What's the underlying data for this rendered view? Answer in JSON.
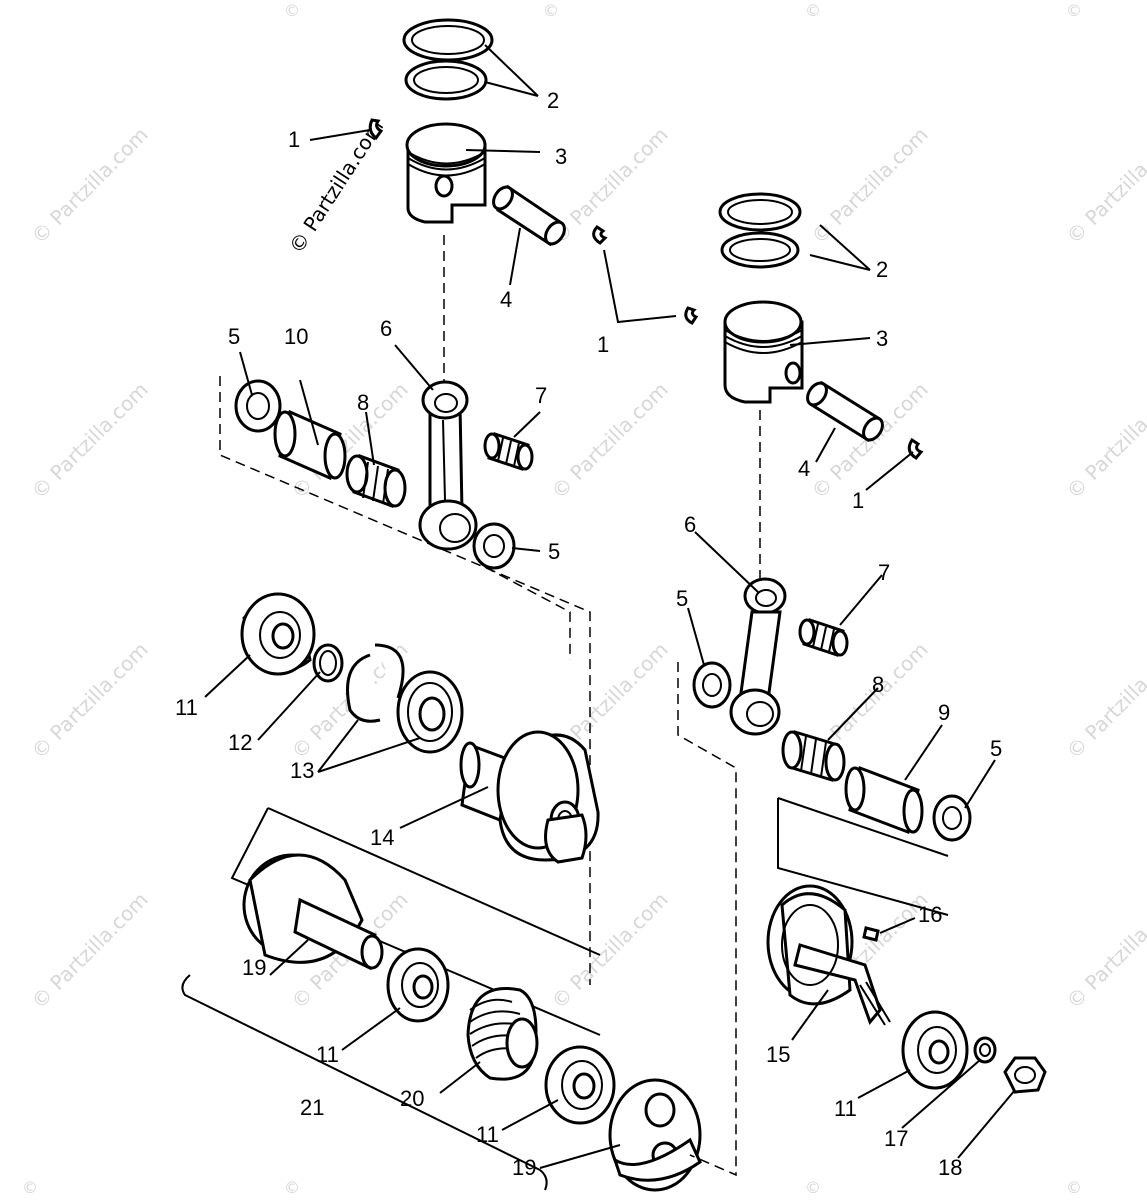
{
  "watermark": {
    "text": "© Partzilla.com",
    "symbol": "©"
  },
  "callouts": {
    "c1": "1",
    "c2": "2",
    "c3": "3",
    "c4": "4",
    "c5": "5",
    "c6": "6",
    "c7": "7",
    "c8": "8",
    "c9": "9",
    "c10": "10",
    "c11": "11",
    "c12": "12",
    "c13": "13",
    "c14": "14",
    "c15": "15",
    "c16": "16",
    "c17": "17",
    "c18": "18",
    "c19": "19",
    "c20": "20",
    "c21": "21"
  }
}
